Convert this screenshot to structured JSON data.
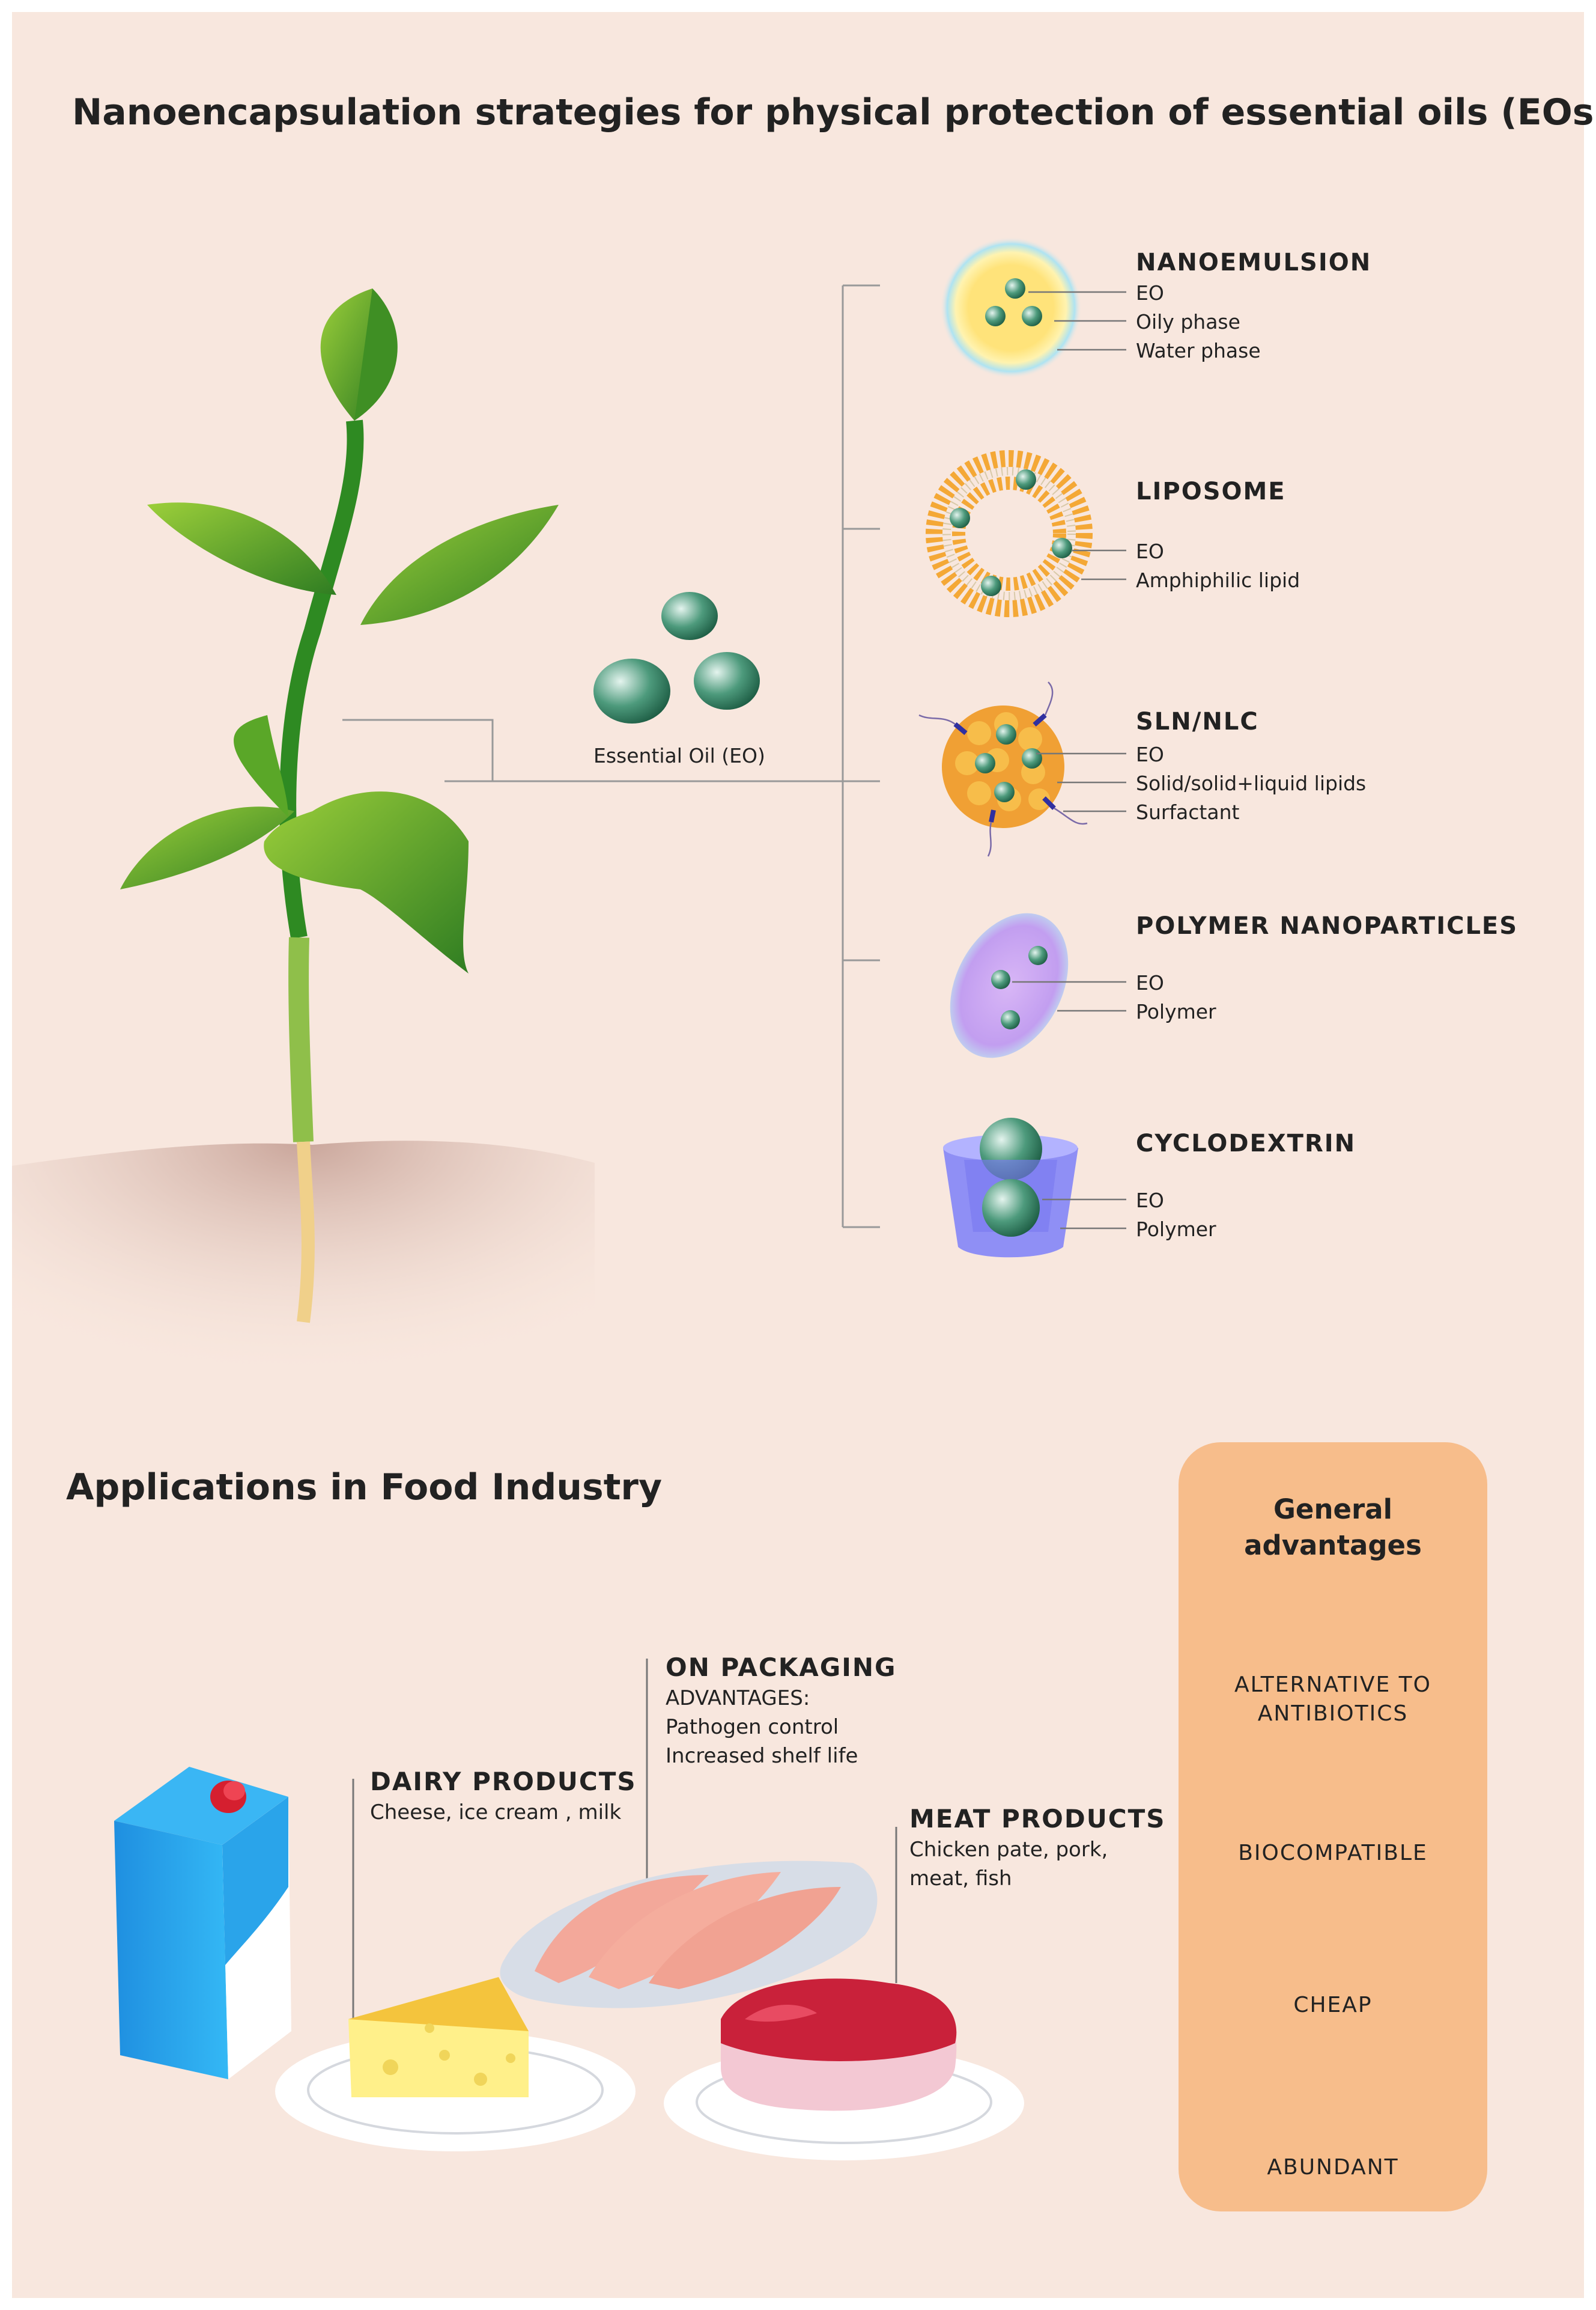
{
  "title": "Nanoencapsulation strategies for physical protection of essential oils (EOs)",
  "essential_oil_label": "Essential Oil (EO)",
  "strategies": [
    {
      "name": "NANOEMULSION",
      "labels": [
        "EO",
        "Oily phase",
        "Water phase"
      ]
    },
    {
      "name": "LIPOSOME",
      "labels": [
        "EO",
        "Amphiphilic lipid"
      ]
    },
    {
      "name": "SLN/NLC",
      "labels": [
        "EO",
        "Solid/solid+liquid lipids",
        "Surfactant"
      ]
    },
    {
      "name": "POLYMER NANOPARTICLES",
      "labels": [
        "EO",
        "Polymer"
      ]
    },
    {
      "name": "CYCLODEXTRIN",
      "labels": [
        "EO",
        "Polymer"
      ]
    }
  ],
  "applications": {
    "title": "Applications in Food Industry",
    "packaging": {
      "heading": "ON PACKAGING",
      "text": "ADVANTAGES:\nPathogen control\nIncreased shelf life"
    },
    "dairy": {
      "heading": "DAIRY PRODUCTS",
      "text": "Cheese, ice cream , milk"
    },
    "meat": {
      "heading": "MEAT PRODUCTS",
      "text": "Chicken pate, pork,\nmeat, fish"
    }
  },
  "advantages": {
    "title": "General\nadvantages",
    "items": [
      {
        "label": "ALTERNATIVE TO\nANTIBIOTICS",
        "icon": "bacteria-icon"
      },
      {
        "label": "BIOCOMPATIBLE",
        "icon": "leaves-icon"
      },
      {
        "label": "CHEAP",
        "icon": "coin-icon"
      },
      {
        "label": "ABUNDANT",
        "icon": "dots-grid-icon"
      }
    ]
  },
  "colors": {
    "background": "#f8e7de",
    "panel": "#f7bd8b",
    "leaf": "#5fa52a",
    "eo_sphere": "#2f7f5f",
    "lipid": "#f4a836",
    "polymer": "#c9a6f0",
    "cyclodextrin": "#8f8ff5"
  }
}
